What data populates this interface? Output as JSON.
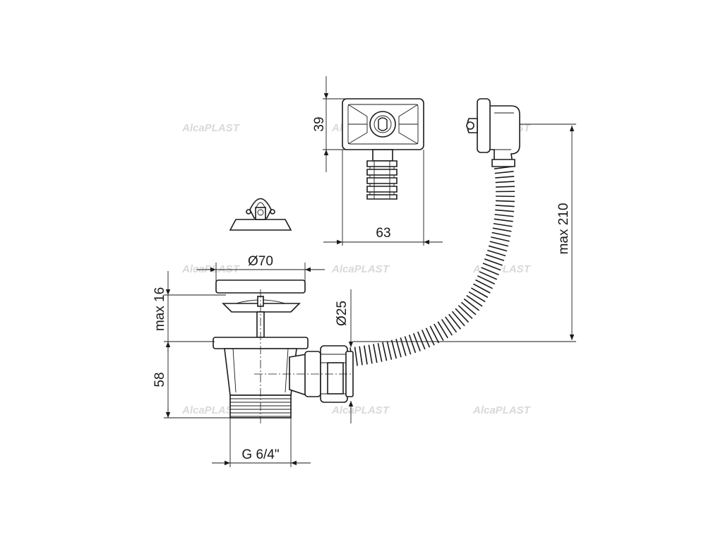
{
  "dimensions": {
    "overflow_height": "39",
    "overflow_width": "63",
    "hose_length": "max 210",
    "strainer_diameter": "Ø70",
    "stopper_height": "max 16",
    "hose_diameter": "Ø25",
    "body_height": "58",
    "thread": "G 6/4\""
  },
  "watermark": "AlcaPLAST"
}
